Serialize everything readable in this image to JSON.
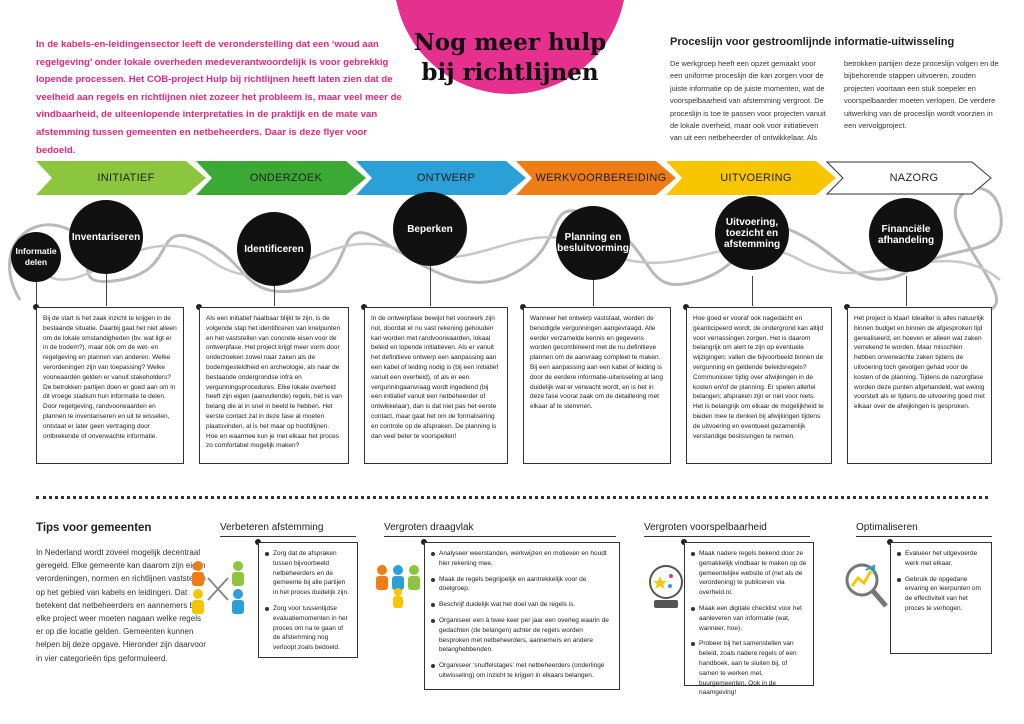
{
  "intro": "In de kabels-en-leidingensector leeft de veronderstelling dat een ‘woud aan regelgeving’ onder lokale overheden medeverantwoordelijk is voor gebrekkig lopende processen. Het COB-project Hulp bij richtlijnen heeft laten zien dat de veelheid aan regels en richtlijnen niet zozeer het probleem is, maar veel meer de vindbaarheid, de uiteenlopende interpretaties in de praktijk en de mate van afstemming tussen gemeenten en netbeheerders. Daar is deze flyer voor bedoeld.",
  "title_line1": "Nog meer hulp",
  "title_line2": "bij richtlijnen",
  "procesline": {
    "title": "Proceslijn voor gestroomlijnde informatie-uitwisseling",
    "body": "De werkgroep heeft een opzet gemaakt voor een uniforme proceslijn die kan zorgen voor de juiste informatie op de juiste momenten, wat de voorspelbaarheid van afstemming vergroot. De proceslijn is toe te passen voor projecten vanuit de lokale overheid, maar ook voor initiatieven van uit een netbeheerder of ontwikkelaar. Als betrokken partijen deze proceslijn volgen en de bijbehorende stappen uitvoeren, zouden projecten voortaan een stuk soepeler en voorspelbaarder moeten verlopen. De verdere uitwerking van de proceslijn wordt voorzien in een vervolgproject."
  },
  "colors": {
    "pink": "#e5308d",
    "green_light": "#8cc63f",
    "green": "#3aaa35",
    "blue": "#2a9fd8",
    "orange": "#ef7d16",
    "yellow": "#f7c600",
    "white": "#ffffff"
  },
  "phases": [
    {
      "label": "INITIATIEF",
      "color": "#8cc63f"
    },
    {
      "label": "ONDERZOEK",
      "color": "#3aaa35"
    },
    {
      "label": "ONTWERP",
      "color": "#2a9fd8"
    },
    {
      "label": "WERKVOORBEREIDING",
      "color": "#ef7d16"
    },
    {
      "label": "UITVOERING",
      "color": "#f7c600"
    },
    {
      "label": "NAZORG",
      "color": "#ffffff"
    }
  ],
  "steps": {
    "informatie": "Informatie delen",
    "inventariseren": "Inventariseren",
    "identificeren": "Identificeren",
    "beperken": "Beperken",
    "planning": "Planning en besluitvorming",
    "uitvoering": "Uitvoering, toezicht en afstemming",
    "financiele": "Financiële afhandeling"
  },
  "cards": [
    "Bij de start is het zaak inzicht te krijgen in de bestaande situatie. Daarbij gaat het niet alleen om de lokale omstandigheden (bv. wat ligt er in de bodem?), maar óók om de wet- en regelgeving en plannen van anderen. Welke verordeningen zijn van toepassing? Welke voorwaarden gelden er vanuit stakeholders? De betrokken partijen doen er goed aan om in dit vroege stadium hun informatie te delen. Door regelgeving, randvoorwaarden en plannen te inventariseren en uit te wisselen, ontstaat er later geen vertraging door ontbrekende of onverwachte informatie.",
    "Als een initiatief haalbaar blijkt te zijn, is de volgende stap het identificeren van knelpunten en het vaststellen van concrete eisen voor de ontwerpfase. Het project krijgt meer vorm door onderzoeken zowel naar zaken als de bodemgesteldheid en archeologie, als naar de bestaande ondergrondse infra en vergunningsprocedures. Elke lokale overheid heeft zijn eigen (aanvullende) regels, het is van belang die al in snel in beeld te hebben. Het eerste contact zal in deze fase al moeten plaatsvinden, al is het maar op hoofdlijnen. Hoe en waarmee kun je met elkaar het proces zo comfortabel mogelijk maken?",
    "In de ontwerpfase bewijst het voorwerk zijn nut, doordat er nu vast rekening gehouden kan worden met randvoorwaarden, lokaal beleid en lopende initiatieven. Als er vanuit het definitieve ontwerp een aanpassing aan een kabel of leiding nodig is (bij een initiatief vanuit een overheid), of als er een vergunningaanvraag wordt ingediend (bij een initiatief vanuit een netbeheerder of ontwikkelaar), dan is dat niet pas het eerste contact, maar gaat het om de formalisering en controle op de afspraken. De planning is dan veel beter te voorspellen!",
    "Wanneer het ontwerp vaststaat, worden de benodigde vergunningen aangevraagd. Alle eerder verzamelde kennis en gegevens worden gecombineerd met de nu definitieve plannen om de aanvraag compleet te maken. Bij een aanpassing aan een kabel of leiding is door de eerdere informatie-uitwisseling al lang duidelijk wat er verwacht wordt, en is het in deze fase vooral zaak om de detaillering met elkaar af te stemmen.",
    "Hoe goed er vooraf ook nagedacht en geanticipeerd wordt, de ondergrond kan altijd voor verrassingen zorgen. Het is daarom belangrijk om alert te zijn op eventuele wijzigingen: vallen die bijvoorbeeld binnen de vergunning en geldende beleidsregels? Communiceer tijdig over afwijkingen in de kosten en/of de planning. Er spelen allerlei belangen; afspraken zijn er niet voor niets. Het is belangrijk om elkaar de mogelijkheid te bieden mee te denken bij afwijkingen tijdens de uitvoering en eventueel gezamenlijk verstandige beslissingen te nemen.",
    "Het project is klaar! Idealiter is alles natuurlijk binnen budget en binnen de afgesproken tijd gerealiseerd, en hoeven er alleen wat zaken verrekend te worden. Maar misschien hebben onverwachte zaken tijdens de uitvoering toch gevolgen gehad voor de kosten of de planning. Tijdens de nazorgfase worden deze punten afgehandeld, wat weinig voorstelt als er tijdens de uitvoering goed met elkaar over de afwijkingen is gesproken."
  ],
  "tips": {
    "title": "Tips voor gemeenten",
    "body": "In Nederland wordt zoveel mogelijk decentraal geregeld. Elke gemeente kan daarom zijn eigen verordeningen, normen en richtlijnen vaststellen op het gebied van kabels en leidingen. Dat betekent dat netbeheerders en aannemers bij elke project weer moeten nagaan welke regels er op die locatie gelden. Gemeenten kunnen helpen bij deze opgave. Hieronder zijn daarvoor in vier categorieën tips geformuleerd.",
    "groups": [
      {
        "title": "Verbeteren afstemming",
        "items": [
          "Zorg dat de afspraken tussen bijvoorbeeld netbeheerders en de gemeente bij alle partijen in het proces duidelijk zijn.",
          "Zorg voor tussentijdse evaluatiemomenten in het proces om na te gaan of de afstemming nog verloopt zoals bedoeld."
        ]
      },
      {
        "title": "Vergroten draagvlak",
        "items": [
          "Analyseer weerstanden, werkwijzen en motieven en houdt hier rekening mee.",
          "Maak de regels begrijpelijk en aantrekkelijk voor de doelgroep.",
          "Beschrijf duidelijk wat het doel van de regels is.",
          "Organiseer een à twee keer per jaar een overleg waarin de gedachten (de belangen) achter de regels worden besproken met netbeheerders, aannemers en andere belanghebbenden.",
          "Organiseer ‘snuffelstages’ met netbeheerders (onderlinge uitwisseling) om inzicht te krijgen in elkaars belangen."
        ]
      },
      {
        "title": "Vergroten voorspelbaarheid",
        "items": [
          "Maak nadere regels bekend door ze gemakkelijk vindbaar te maken op de gemeentelijke website of (net als de verordening) te publiceren via overheid.nl.",
          "Maak een digitale checklist voor het aanleveren van informatie (wat, wanneer, hoe).",
          "Probeer bij het samenstellen van beleid, zoals nadere regels of een handboek, aan te sluiten bij, of samen te werken met, buurgemeenten. Ook in de naamgeving!"
        ]
      },
      {
        "title": "Optimaliseren",
        "items": [
          "Evalueer het uitgevoerde werk met elkaar.",
          "Gebruik de opgedane ervaring en leerpunten om de effectiviteit van het proces te verhogen."
        ]
      }
    ]
  }
}
